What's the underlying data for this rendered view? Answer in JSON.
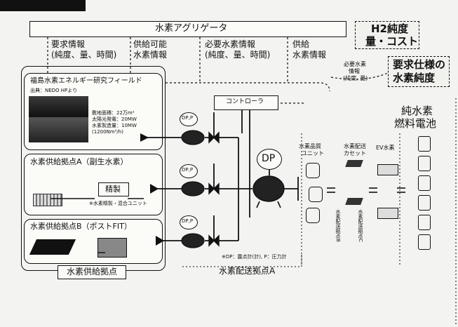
{
  "header": {
    "title_fragment": ""
  },
  "aggregator": {
    "label": "水素アグリゲータ"
  },
  "cost_callout": {
    "line1": "H2純度",
    "line2": "量・コスト"
  },
  "requirement_callout": {
    "line1": "要求仕様の",
    "line2": "水素純度"
  },
  "small_note": {
    "line1": "必要水素",
    "line2": "情報",
    "line3": "(純度, 量)"
  },
  "flows": [
    {
      "line1": "要求情報",
      "line2": "(純度、量、時間)"
    },
    {
      "line1": "供給可能",
      "line2": "水素情報"
    },
    {
      "line1": "必要水素情報",
      "line2": "(純度、量、時間)"
    },
    {
      "line1": "供給",
      "line2": "水素情報"
    }
  ],
  "supply_sites": {
    "field": {
      "title": "福島水素エネルギー研究フィールド",
      "caption": "出典：NEDO HPより",
      "specs": [
        "敷地面積：22万m²",
        "太陽光発電：20MW",
        "水素製造量：10MW",
        "(1200Nm³/h)"
      ]
    },
    "site_a": {
      "title": "水素供給拠点A（副生水素）",
      "refine_label": "精製",
      "sub_label": "※水素精製・混合ユニット"
    },
    "site_b": {
      "title": "水素供給拠点B（ポストFIT）"
    },
    "bottom_label": "水素供給拠点"
  },
  "controller": {
    "label": "コントローラ"
  },
  "dp_label": "DP",
  "dp_small": "DP,P",
  "units": {
    "mix_unit_line1": "水素品質",
    "mix_unit_line2": "ユニット",
    "cart_line1": "水素配送",
    "cart_line2": "カセット",
    "transport": "EV水素",
    "delivery_a": "水素配送拠点A",
    "delivery_b": "水素配送拠点B",
    "delivery_c": "水素配送拠点C"
  },
  "fuel_cell": {
    "line1": "純水素",
    "line2": "燃料電池"
  },
  "legend": "※DP：露点計(計), P：圧力計",
  "delivery_label": "水素配送拠点A"
}
